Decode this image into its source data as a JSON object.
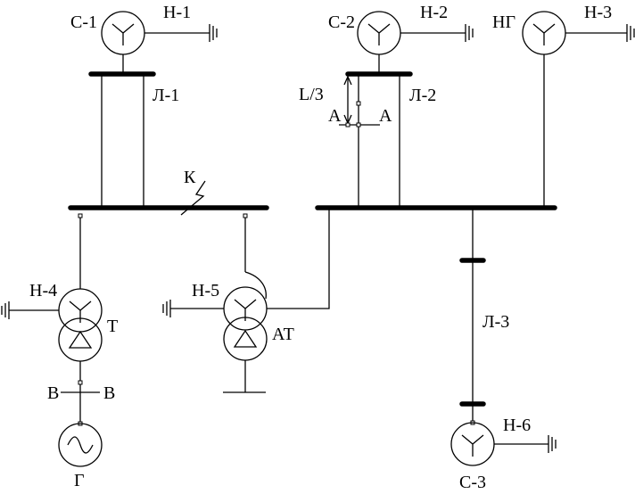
{
  "labels": {
    "c1": "С-1",
    "h1": "Н-1",
    "c2": "С-2",
    "h2": "Н-2",
    "ng": "НГ",
    "h3": "Н-3",
    "l1": "Л-1",
    "l2": "Л-2",
    "l3": "Л-3",
    "l_over_3": "L/3",
    "a_left": "А",
    "a_right": "А",
    "k": "К",
    "h4": "Н-4",
    "t": "Т",
    "h5": "Н-5",
    "at": "АТ",
    "b_left": "В",
    "b_right": "В",
    "g": "Г",
    "h6": "Н-6",
    "c3": "С-3"
  }
}
